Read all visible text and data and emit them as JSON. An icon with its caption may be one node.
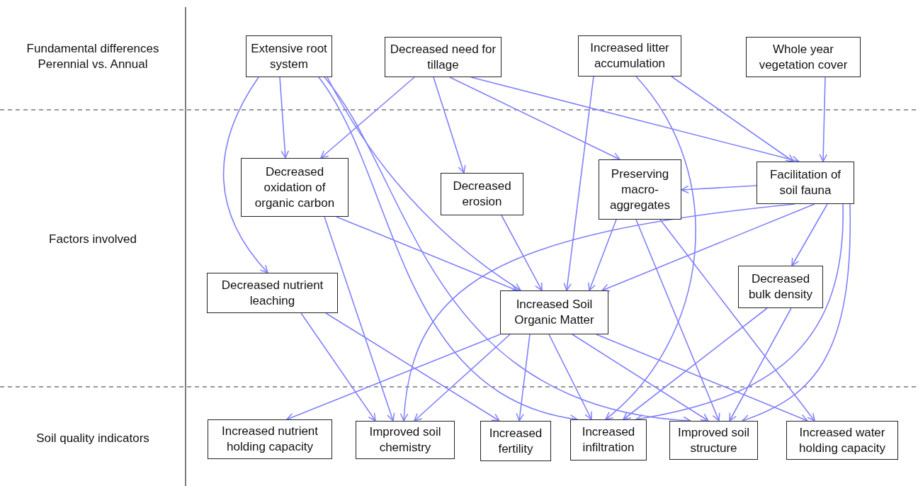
{
  "diagram": {
    "nodes": [
      {
        "text": [
          "Extensive root system"
        ]
      },
      {
        "text": [
          "Decreased need for tillage"
        ]
      },
      {
        "text": [
          "Increased litter accumulation"
        ]
      },
      {
        "text": [
          "Whole year vegetation cover"
        ]
      },
      {
        "text": [
          "Decreased oxidation of organic carbon"
        ]
      },
      {
        "text": [
          "Decreased erosion"
        ]
      },
      {
        "text": [
          "Preserving macro-aggregates"
        ]
      },
      {
        "text": [
          "Facilitation of soil fauna"
        ]
      },
      {
        "text": [
          "Decreased nutrient leaching"
        ]
      },
      {
        "text": [
          "Increased Soil Organic Matter"
        ]
      },
      {
        "text": [
          "Decreased bulk density"
        ]
      },
      {
        "text": [
          "Increased nutrient holding capacity"
        ]
      },
      {
        "text": [
          "Improved soil chemistry"
        ]
      },
      {
        "text": [
          "Increased fertility"
        ]
      },
      {
        "text": [
          "Increased infiltration"
        ]
      },
      {
        "text": [
          "Improved soil structure"
        ]
      },
      {
        "text": [
          "Increased water holding capacity"
        ]
      }
    ],
    "edges": [
      {
        "from": 0,
        "to": 8,
        "arrow": "to"
      },
      {
        "from": 0,
        "to": 4,
        "arrow": "to"
      },
      {
        "from": 0,
        "to": 9,
        "arrow": "to"
      },
      {
        "from": 0,
        "to": 14,
        "arrow": "to"
      },
      {
        "from": 0,
        "to": 15,
        "arrow": "to"
      },
      {
        "from": 1,
        "to": 4,
        "arrow": "to"
      },
      {
        "from": 1,
        "to": 5,
        "arrow": "to"
      },
      {
        "from": 1,
        "to": 6,
        "arrow": "to"
      },
      {
        "from": 1,
        "to": 7,
        "arrow": "to"
      },
      {
        "from": 2,
        "to": 9,
        "arrow": "to"
      },
      {
        "from": 2,
        "to": 14,
        "arrow": "to"
      },
      {
        "from": 2,
        "to": 7,
        "arrow": "to"
      },
      {
        "from": 3,
        "to": 7,
        "arrow": "to"
      },
      {
        "from": 4,
        "to": 9,
        "arrow": "to"
      },
      {
        "from": 4,
        "to": 12,
        "arrow": "to"
      },
      {
        "from": 5,
        "to": 9,
        "arrow": "to"
      },
      {
        "from": 6,
        "to": 9,
        "arrow": "to"
      },
      {
        "from": 6,
        "to": 15,
        "arrow": "to"
      },
      {
        "from": 6,
        "to": 16,
        "arrow": "to"
      },
      {
        "from": 7,
        "to": 6,
        "arrow": "to"
      },
      {
        "from": 7,
        "to": 12,
        "arrow": "to"
      },
      {
        "from": 7,
        "to": 9,
        "arrow": "to"
      },
      {
        "from": 7,
        "to": 10,
        "arrow": "to"
      },
      {
        "from": 7,
        "to": 14,
        "arrow": "to"
      },
      {
        "from": 7,
        "to": 15,
        "arrow": "to"
      },
      {
        "from": 8,
        "to": 12,
        "arrow": "to"
      },
      {
        "from": 8,
        "to": 13,
        "arrow": "to"
      },
      {
        "from": 9,
        "to": 11,
        "arrow": "to"
      },
      {
        "from": 9,
        "to": 12,
        "arrow": "to"
      },
      {
        "from": 9,
        "to": 13,
        "arrow": "to"
      },
      {
        "from": 9,
        "to": 14,
        "arrow": "to"
      },
      {
        "from": 9,
        "to": 15,
        "arrow": "to"
      },
      {
        "from": 9,
        "to": 16,
        "arrow": "to"
      },
      {
        "from": 10,
        "to": 14,
        "arrow": "to"
      },
      {
        "from": 10,
        "to": 15,
        "arrow": "to"
      }
    ],
    "labels": [
      "Fundamental differences Perennial vs. Annual",
      "Factors involved",
      "Soil quality indicators"
    ]
  }
}
